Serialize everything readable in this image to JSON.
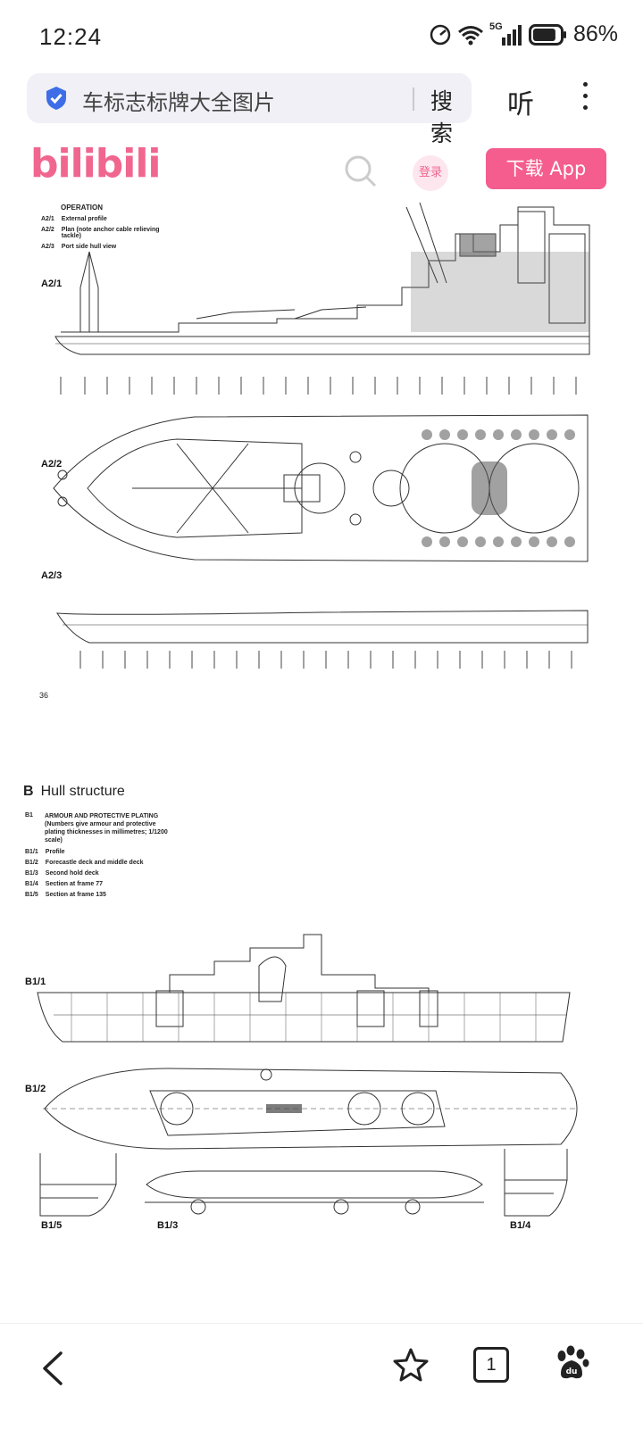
{
  "status_bar": {
    "time": "12:24",
    "network": "5G",
    "battery_percent": "86%",
    "battery_level": 0.86
  },
  "browser": {
    "search_query": "车标志标牌大全图片",
    "search_button": "搜索",
    "listen_button": "听"
  },
  "site_header": {
    "logo": "bilibili",
    "login_label": "登录",
    "download_label": "下载 App"
  },
  "page_top": {
    "operation_title": "OPERATION",
    "captions": [
      {
        "id": "A2/1",
        "text": "External profile"
      },
      {
        "id": "A2/2",
        "text": "Plan (note anchor cable relieving tackle)"
      },
      {
        "id": "A2/3",
        "text": "Port side hull view"
      }
    ],
    "figure_labels": [
      "A2/1",
      "A2/2",
      "A2/3"
    ],
    "page_number": "36"
  },
  "page_bottom": {
    "section_letter": "B",
    "section_title": "Hull structure",
    "captions": [
      {
        "id": "B1",
        "text": "ARMOUR AND PROTECTIVE PLATING (Numbers give armour and protective plating thicknesses in millimetres; 1/1200 scale)"
      },
      {
        "id": "B1/1",
        "text": "Profile"
      },
      {
        "id": "B1/2",
        "text": "Forecastle deck and middle deck"
      },
      {
        "id": "B1/3",
        "text": "Second hold deck"
      },
      {
        "id": "B1/4",
        "text": "Section at frame 77"
      },
      {
        "id": "B1/5",
        "text": "Section at frame 135"
      }
    ],
    "figure_labels": [
      "B1/1",
      "B1/2",
      "B1/5",
      "B1/3",
      "B1/4"
    ]
  },
  "bottom_nav": {
    "tab_count": "1"
  },
  "icons": {
    "shield": "shield-check-icon",
    "search": "search-icon",
    "back": "back-chevron-icon",
    "star": "star-icon",
    "baidu": "baidu-paw-icon"
  },
  "colors": {
    "accent": "#f45d8e",
    "shield": "#3d6ee8",
    "search_bg": "#f1f0f6"
  }
}
